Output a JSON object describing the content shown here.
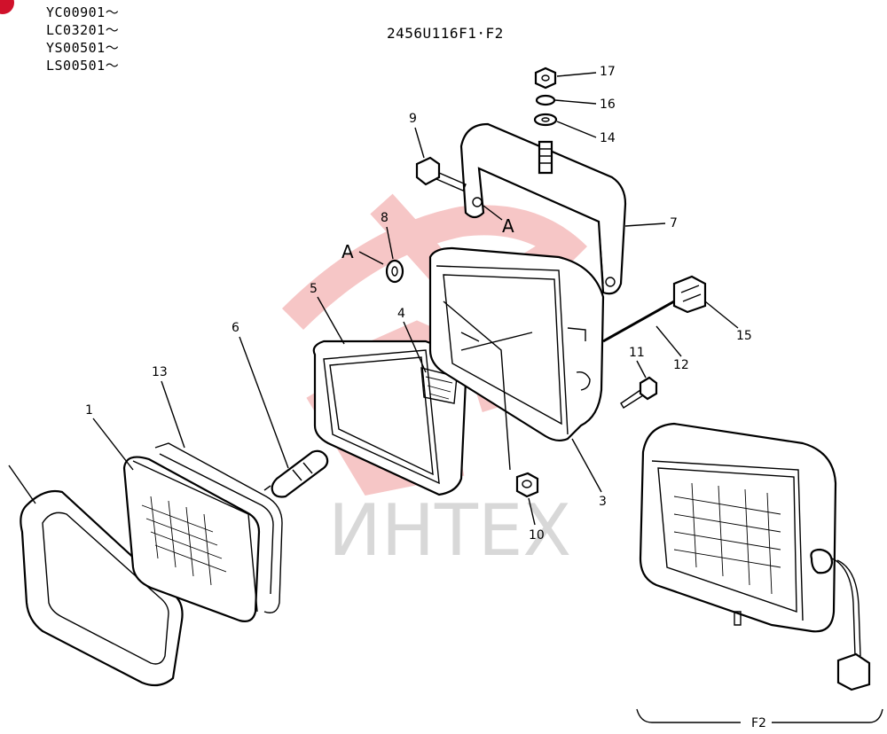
{
  "serial_numbers": [
    "YC00901～",
    "LC03201～",
    "YS00501～",
    "LS00501～"
  ],
  "drawing_code": "2456U116F1·F2",
  "watermark": "ИНТЕХ",
  "section_label": "F2",
  "reference_label": "A",
  "parts": [
    {
      "label": "1"
    },
    {
      "label": "3"
    },
    {
      "label": "4"
    },
    {
      "label": "5"
    },
    {
      "label": "6"
    },
    {
      "label": "7"
    },
    {
      "label": "8"
    },
    {
      "label": "9"
    },
    {
      "label": "10"
    },
    {
      "label": "11"
    },
    {
      "label": "12"
    },
    {
      "label": "13"
    },
    {
      "label": "14"
    },
    {
      "label": "15"
    },
    {
      "label": "16"
    },
    {
      "label": "17"
    }
  ],
  "colors": {
    "watermark_logo": "#f4b4b4",
    "watermark_text": "#d8d8d8",
    "corner_mark": "#d0112b",
    "line": "#000000"
  }
}
